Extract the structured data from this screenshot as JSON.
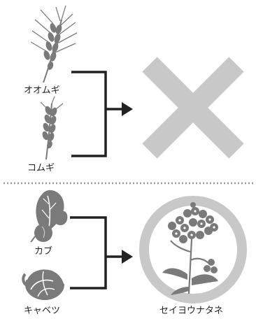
{
  "top_section": {
    "labels": {
      "barley": "オオムギ",
      "wheat": "コムギ"
    },
    "result": "cross"
  },
  "bottom_section": {
    "labels": {
      "turnip": "カブ",
      "cabbage": "キャベツ",
      "rapeseed": "セイヨウナタネ"
    },
    "result": "circle"
  },
  "colors": {
    "plant": "#7a7a7a",
    "bracket": "#222222",
    "mark": "#c8c8c8",
    "divider": "#9a9a9a"
  }
}
